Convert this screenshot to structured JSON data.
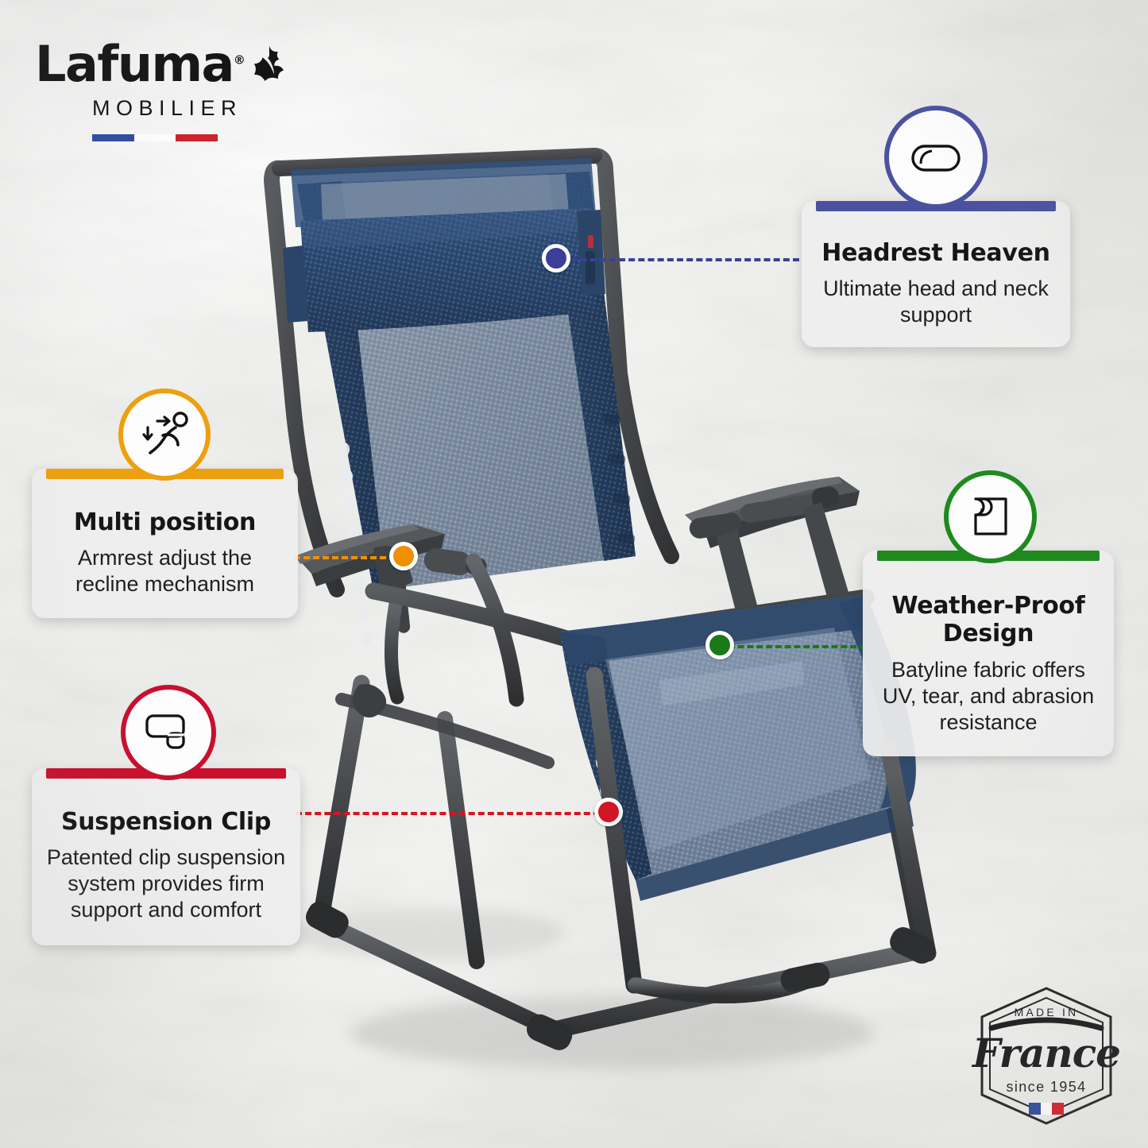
{
  "brand": {
    "name": "Lafuma",
    "registered": "®",
    "sub": "MOBILIER",
    "leaf_icon": "leaf-icon",
    "flag": {
      "blue": "#2d4b9e",
      "white": "#ffffff",
      "red": "#d0222a"
    }
  },
  "features": [
    {
      "id": "headrest",
      "title": "Headrest Heaven",
      "body": "Ultimate head and neck support",
      "color": "#4a52a0",
      "icon": "cushion-pill-icon"
    },
    {
      "id": "multi-position",
      "title": "Multi position",
      "body": "Armrest adjust the recline mechanism",
      "color": "#eda00f",
      "icon": "reclining-person-icon"
    },
    {
      "id": "weather-proof",
      "title": "Weather-Proof Design",
      "body": "Batyline fabric offers UV, tear, and abrasion resistance",
      "color": "#1e8a1e",
      "icon": "fabric-roll-icon"
    },
    {
      "id": "suspension-clip",
      "title": "Suspension Clip",
      "body": "Patented clip suspension system provides firm support and comfort",
      "color": "#c8102e",
      "icon": "clip-icon"
    }
  ],
  "markers": [
    {
      "id": "headrest",
      "color": "#3b3f96"
    },
    {
      "id": "multi-position",
      "color": "#f09000"
    },
    {
      "id": "weather-proof",
      "color": "#1a7a17"
    },
    {
      "id": "suspension-clip",
      "color": "#d31625"
    }
  ],
  "made_in_france": {
    "top": "MADE IN",
    "script": "France",
    "since": "since 1954",
    "flag_icon": "france-flag-icon"
  },
  "product": {
    "name": "zero-gravity-recliner-chair",
    "frame_color": "#4a4c4e",
    "fabric_navy": "#2d4566",
    "fabric_grey": "#7f8fa3"
  }
}
